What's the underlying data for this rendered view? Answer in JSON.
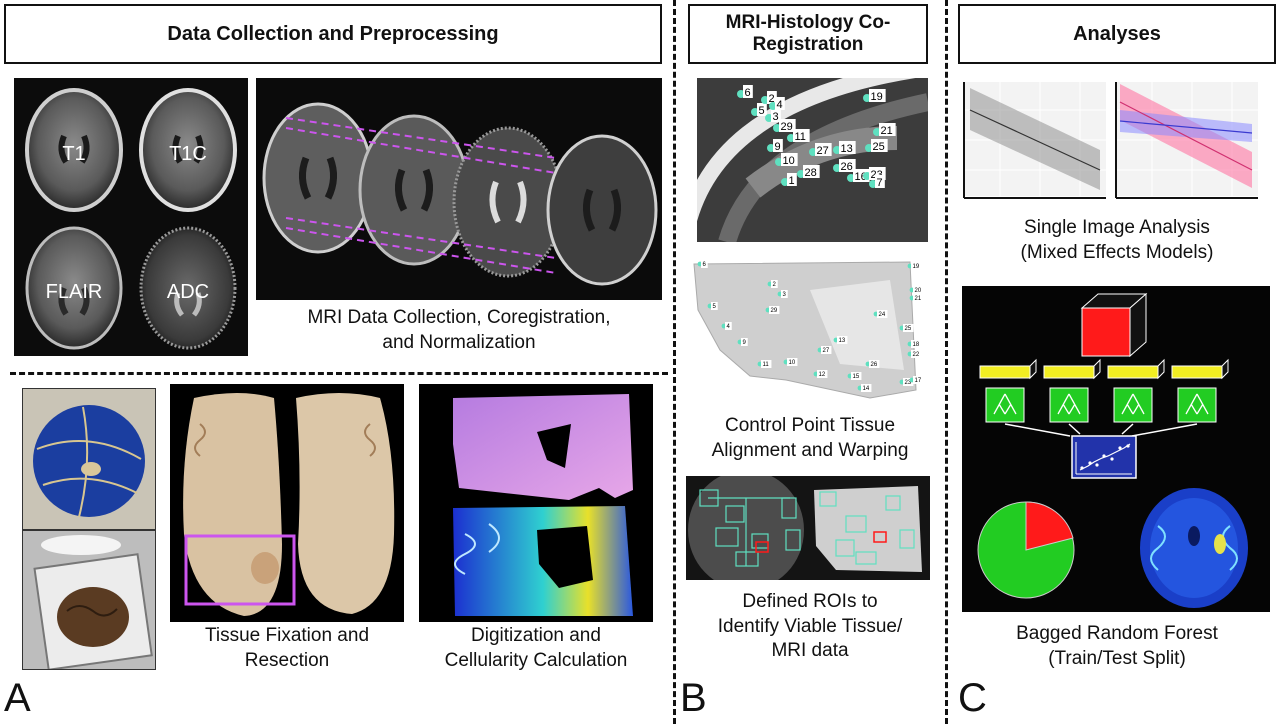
{
  "headers": {
    "collection": "Data Collection and Preprocessing",
    "coregistration_line1": "MRI-Histology Co-",
    "coregistration_line2": "Registration",
    "analyses": "Analyses"
  },
  "mri_labels": {
    "t1": "T1",
    "t1c": "T1C",
    "flair": "FLAIR",
    "adc": "ADC"
  },
  "captions": {
    "mri_collection_line1": "MRI Data Collection, Coregistration,",
    "mri_collection_line2": "and Normalization",
    "tissue_line1": "Tissue Fixation and",
    "tissue_line2": "Resection",
    "digitization_line1": "Digitization and",
    "digitization_line2": "Cellularity Calculation",
    "control_line1": "Control Point Tissue",
    "control_line2": "Alignment and Warping",
    "rois_line1": "Defined ROIs to",
    "rois_line2": "Identify Viable Tissue/",
    "rois_line3": "MRI data",
    "single_line1": "Single Image Analysis",
    "single_line2": "(Mixed Effects Models)",
    "bagged_line1": "Bagged Random Forest",
    "bagged_line2": "(Train/Test Split)"
  },
  "panel_letters": {
    "a": "A",
    "b": "B",
    "c": "C"
  },
  "control_points_mri": [
    "6",
    "5",
    "29",
    "3",
    "9",
    "10",
    "27",
    "13",
    "1",
    "28",
    "26",
    "16",
    "23",
    "7",
    "19",
    "25",
    "21",
    "2",
    "11",
    "4"
  ],
  "control_points_histo": [
    "6",
    "19",
    "2",
    "3",
    "29",
    "5",
    "20",
    "21",
    "4",
    "24",
    "25",
    "9",
    "27",
    "13",
    "18",
    "22",
    "11",
    "10",
    "26",
    "12",
    "15",
    "23",
    "17",
    "14"
  ],
  "colors": {
    "magenta": "#cc55ee",
    "cyan": "#5fe0c0",
    "red": "#ff1a1a",
    "green": "#22cc22",
    "yellow": "#f2ee22",
    "blue": "#2233aa"
  }
}
